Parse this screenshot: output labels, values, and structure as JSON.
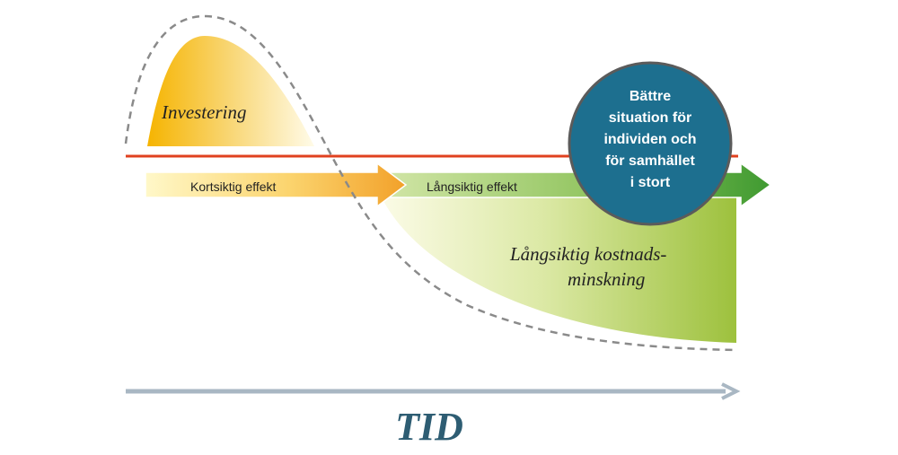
{
  "labels": {
    "investment": "Investering",
    "short_term_effect": "Kortsiktig effekt",
    "long_term_effect": "Långsiktig effekt",
    "long_term_cost_reduction_line1": "Långsiktig kostnads-",
    "long_term_cost_reduction_line2": "minskning",
    "outcome_line1": "Bättre",
    "outcome_line2": "situation för",
    "outcome_line3": "individen och",
    "outcome_line4": "för samhället",
    "outcome_line5": "i stort",
    "time_axis": "TID"
  },
  "colors": {
    "baseline": "#e0411f",
    "investment_fill": "#f4b400",
    "short_term_arrow": "#f2a93b",
    "long_term_arrow": "#5aab3a",
    "cost_reduction_fill": "#9cbf3c",
    "circle_fill": "#1d6f8f",
    "dashed_curve": "#8a8a8a",
    "time_arrow": "#a9b7c3",
    "time_label": "#2e5d73"
  }
}
